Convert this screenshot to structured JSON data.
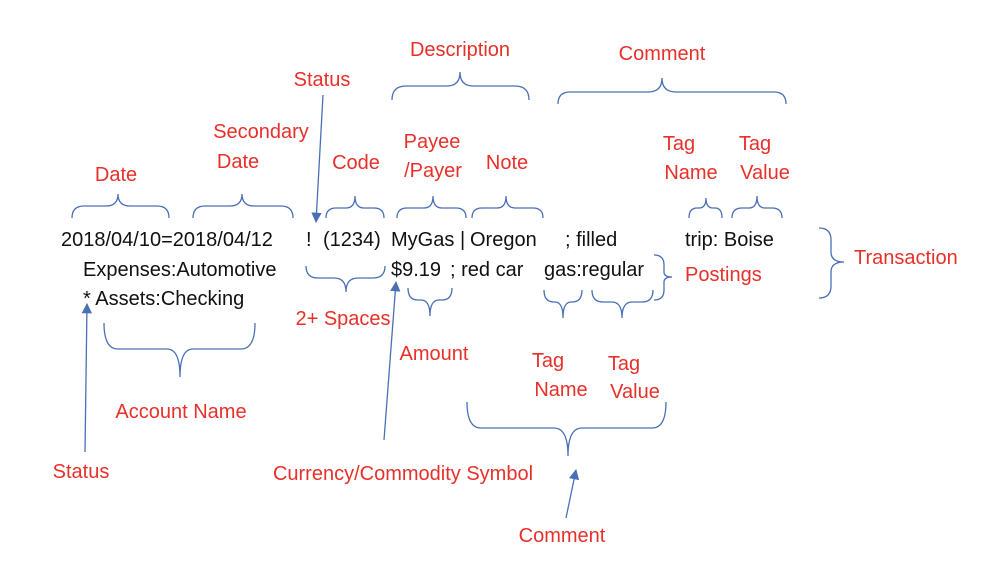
{
  "code_lines": {
    "line1_date": "2018/04/10=2018/04/12",
    "line1_status": "!",
    "line1_code": "(1234)",
    "line1_payee": "MyGas",
    "line1_separator": "|",
    "line1_note": "Oregon",
    "line1_comment": "; filled",
    "line1_tag": "trip: Boise",
    "line2_account": "Expenses:Automotive",
    "line2_amount": "$9.19",
    "line2_comment": "; red car",
    "line2_tag": "gas:regular",
    "line3_account": "* Assets:Checking"
  },
  "labels": {
    "description": "Description",
    "comment_top": "Comment",
    "status_top": "Status",
    "secondary_date_1": "Secondary",
    "secondary_date_2": "Date",
    "code": "Code",
    "payee_1": "Payee",
    "payee_2": "/Payer",
    "note": "Note",
    "tag_name_top_1": "Tag",
    "tag_name_top_2": "Name",
    "tag_value_top_1": "Tag",
    "tag_value_top_2": "Value",
    "date": "Date",
    "transaction": "Transaction",
    "postings": "Postings",
    "spaces": "2+ Spaces",
    "amount": "Amount",
    "tag_name_bottom_1": "Tag",
    "tag_name_bottom_2": "Name",
    "tag_value_bottom_1": "Tag",
    "tag_value_bottom_2": "Value",
    "account_name": "Account Name",
    "status_bottom": "Status",
    "currency": "Currency/Commodity Symbol",
    "comment_bottom": "Comment"
  },
  "colors": {
    "label": "#e8302a",
    "connector": "#4a6fb5",
    "code_text": "#111111"
  }
}
